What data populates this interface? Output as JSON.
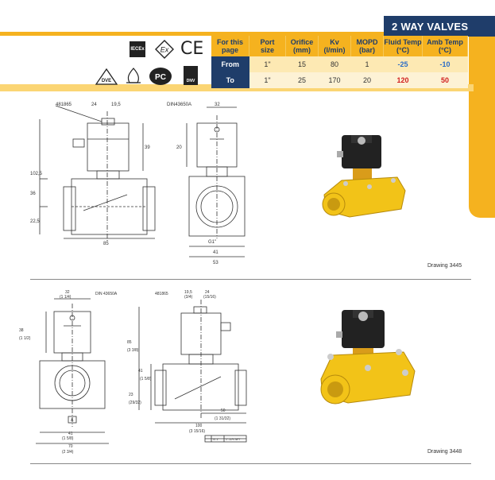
{
  "header": {
    "title": "2 WAY VALVES"
  },
  "table": {
    "headers": [
      "For this page",
      "Port size",
      "Orifice (mm)",
      "Kv (l/min)",
      "MOPD (bar)",
      "Fluid Temp (°C)",
      "Amb Temp (°C)"
    ],
    "header_lines": [
      [
        "For this",
        "page"
      ],
      [
        "Port",
        "size"
      ],
      [
        "Orifice",
        "(mm)"
      ],
      [
        "Kv",
        "(l/min)"
      ],
      [
        "MOPD",
        "(bar)"
      ],
      [
        "Fluid Temp",
        "(°C)"
      ],
      [
        "Amb Temp",
        "(°C)"
      ]
    ],
    "rows": [
      {
        "label": "From",
        "port": "1\"",
        "orifice": "15",
        "kv": "80",
        "mopd": "1",
        "fluid": "-25",
        "amb": "-10"
      },
      {
        "label": "To",
        "port": "1\"",
        "orifice": "25",
        "kv": "170",
        "mopd": "20",
        "fluid": "120",
        "amb": "50"
      }
    ]
  },
  "certifications": {
    "iecex": "IECEx",
    "ex": "Ex",
    "ce": "CE",
    "dve": "DVE",
    "gost": "PC",
    "dnv": "DNV"
  },
  "drawings": {
    "top": {
      "caption": "Drawing 3445",
      "labels": {
        "part": "481865",
        "dim24": "24",
        "dim195": "19,5",
        "din": "DIN43650A",
        "dim32": "32",
        "dim39": "39",
        "dim20": "20",
        "dim1025": "102,5",
        "dim36": "36",
        "dim225": "22,5",
        "dim85": "85",
        "g1": "G1\"",
        "dim41": "41",
        "dim53": "53"
      }
    },
    "bottom": {
      "caption": "Drawing 3448",
      "labels": {
        "dim32": "32",
        "dim32in": "(1 1/4)",
        "din": "DIN 43650A",
        "part": "481865",
        "dim195": "19,5",
        "dim195in": "(3/4)",
        "dim24": "24",
        "dim24in": "(15/16)",
        "dim38": "38",
        "dim38in": "(1 1/2)",
        "dim85": "85",
        "dim85in": "(3 3/8)",
        "dim41v": "41",
        "dim41vin": "(1 5/8)",
        "dim23": "23",
        "dim23in": "(29/32)",
        "dim50": "50",
        "dim50in": "(1 31/32)",
        "dim100": "100",
        "dim100in": "(3 15/16)",
        "dim41": "41",
        "dim41in": "(1 5/8)",
        "dim70": "70",
        "dim70in": "(2 3/4)",
        "markA": "A",
        "gcode": "G 1\"",
        "npt": "1\"-11½ NPT"
      }
    }
  }
}
